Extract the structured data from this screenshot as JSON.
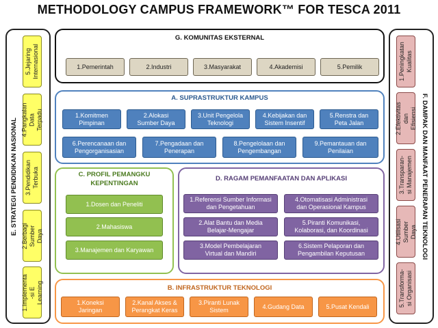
{
  "title": "METHODOLOGY CAMPUS FRAMEWORK™ FOR TESCA 2011",
  "colors": {
    "external": "#ddd6c3",
    "suprastructure": "#4f81bd",
    "stakeholder": "#92c050",
    "application": "#8064a2",
    "infrastructure": "#f79646",
    "strategy": "#ffff66",
    "impact": "#e6b8b7"
  },
  "left": {
    "label": "E. STRATEGI PENDIDIKAN NASIONAL",
    "items": [
      "5.Jejaring\nInternasional",
      "4.Pangkalan\nData Terpadu",
      "3.Pendidikan\nTerbuka",
      "2.Berbagi\nSumber Daya",
      "1.Implementa\n-si E Learning"
    ]
  },
  "right": {
    "label": "F. DAMPAK DAN MANFAAT PENERAPAN TEKNOLOGI",
    "items": [
      "1.Peningkatan\nKualitas",
      "2.Efektivitas\ndan Efisiensi",
      "3.Transparan-\nsi Manajemen",
      "4.Utilisasi\nSumber Daya",
      "5.Transforma-\nsi Organisasi"
    ]
  },
  "external": {
    "heading": "G. KOMUNITAS EKSTERNAL",
    "items": [
      "1.Pemerintah",
      "2.Industri",
      "3.Masyarakat",
      "4.Akademisi",
      "5.Pemilik"
    ]
  },
  "supra": {
    "heading": "A. SUPRASTRUKTUR KAMPUS",
    "row1": [
      "1.Komitmen\nPimpinan",
      "2.Alokasi\nSumber Daya",
      "3.Unit Pengelola\nTeknologi",
      "4.Kebijakan dan\nSistem Insentif",
      "5.Renstra dan\nPeta Jalan"
    ],
    "row2": [
      "6.Perencanaan dan\nPengorganisasian",
      "7.Pengadaan dan\nPenerapan",
      "8.Pengelolaan dan\nPengembangan",
      "9.Pemantauan dan\nPenilaian"
    ]
  },
  "profile": {
    "heading": "C. PROFIL PEMANGKU\nKEPENTINGAN",
    "items": [
      "1.Dosen dan Peneliti",
      "2.Mahasiswa",
      "3.Manajemen dan Karyawan"
    ]
  },
  "apps": {
    "heading": "D. RAGAM PEMANFAATAN DAN APLIKASI",
    "left": [
      "1.Referensi Sumber Informasi\ndan Pengetahuan",
      "2.Alat Bantu dan Media\nBelajar-Mengajar",
      "3.Model Pembelajaran\nVirtual dan Mandiri"
    ],
    "right": [
      "4.Otomatisasi Administrasi\ndan Operasional Kampus",
      "5.Piranti Komunikasi,\nKolaborasi, dan Koordinasi",
      "6.Sistem Pelaporan dan\nPengambilan Keputusan"
    ]
  },
  "infra": {
    "heading": "B. INFRASTRUKTUR TEKNOLOGI",
    "items": [
      "1.Koneksi\nJaringan",
      "2.Kanal Akses &\nPerangkat Keras",
      "3.Piranti Lunak\nSistem",
      "4.Gudang Data",
      "5.Pusat Kendali"
    ]
  }
}
